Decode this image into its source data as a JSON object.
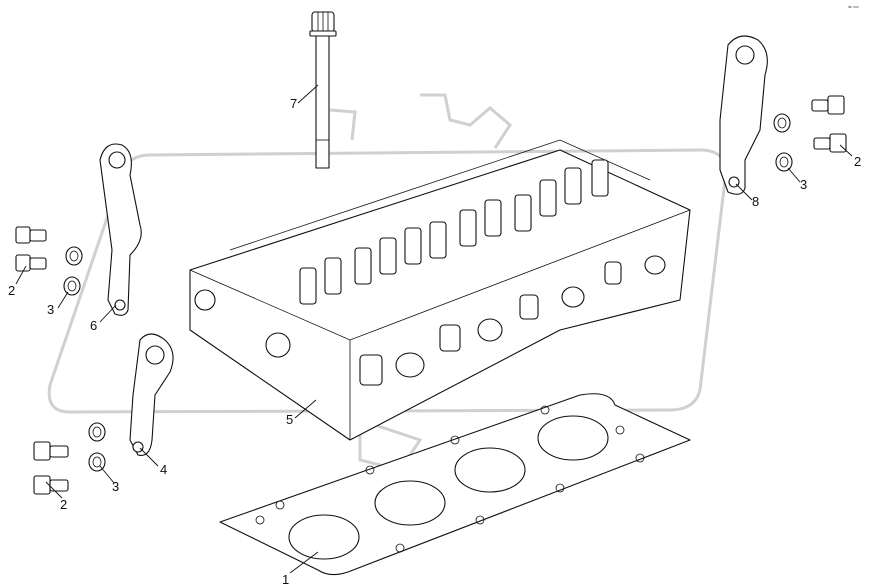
{
  "diagram": {
    "corner_mark": "ᵈᵉ ᵒᵒᵒ",
    "callouts": {
      "gasket": "1",
      "bolt_left_upper": "2",
      "bolt_right": "2",
      "bolt_lower": "2",
      "washer_left": "3",
      "washer_right": "3",
      "washer_lower": "3",
      "bracket_lower": "4",
      "cylinder_head": "5",
      "bracket_left": "6",
      "head_bolt": "7",
      "bracket_right": "8"
    }
  }
}
